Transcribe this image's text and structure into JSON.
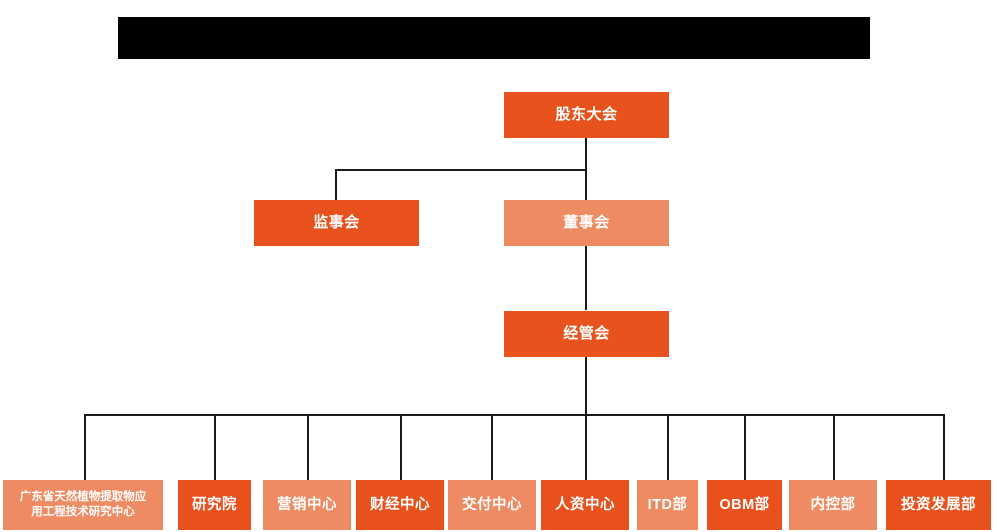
{
  "page": {
    "background_color": "#ffffff",
    "title_banner": {
      "name": "redacted-title-banner",
      "text": "",
      "color": "#000000"
    }
  },
  "palette": {
    "bright_orange": "#e8531d",
    "deep_orange": "#e8501c",
    "light_salmon": "#ef8b62",
    "line_color": "#1a1a1a",
    "text_color": "#ffffff"
  },
  "org_chart": {
    "levels": {
      "level1": [
        {
          "id": "shareholders",
          "label": "股东大会",
          "tone": "bright"
        }
      ],
      "level2": [
        {
          "id": "supervisors",
          "label": "监事会",
          "tone": "deep"
        },
        {
          "id": "directors",
          "label": "董事会",
          "tone": "light"
        }
      ],
      "level3": [
        {
          "id": "management-committee",
          "label": "经管会",
          "tone": "bright"
        }
      ],
      "departments": [
        {
          "id": "dept-research-center",
          "label": "广东省天然植物提取物应\n用工程技术研究中心",
          "tone": "light",
          "wrap": true
        },
        {
          "id": "dept-institute",
          "label": "研究院",
          "tone": "deep",
          "wrap": false
        },
        {
          "id": "dept-marketing",
          "label": "营销中心",
          "tone": "light",
          "wrap": false
        },
        {
          "id": "dept-finance",
          "label": "财经中心",
          "tone": "deep",
          "wrap": false
        },
        {
          "id": "dept-delivery",
          "label": "交付中心",
          "tone": "light",
          "wrap": false
        },
        {
          "id": "dept-hr",
          "label": "人资中心",
          "tone": "deep",
          "wrap": false
        },
        {
          "id": "dept-itd",
          "label": "ITD部",
          "tone": "light",
          "wrap": false
        },
        {
          "id": "dept-obm",
          "label": "OBM部",
          "tone": "deep",
          "wrap": false
        },
        {
          "id": "dept-internal-control",
          "label": "内控部",
          "tone": "light",
          "wrap": false
        },
        {
          "id": "dept-investment",
          "label": "投资发展部",
          "tone": "deep",
          "wrap": false
        }
      ]
    }
  }
}
